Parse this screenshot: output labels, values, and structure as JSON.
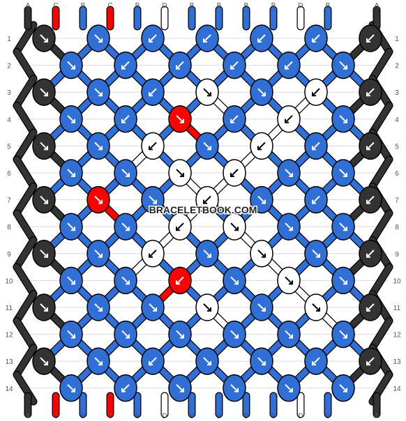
{
  "title": "",
  "watermark": "BRACELETBOOK.COM",
  "colors": {
    "A": "#333333",
    "B": "#2f6fd6",
    "C": "#ff0000",
    "D": "#ffffff"
  },
  "strings_top": [
    "A",
    "C",
    "B",
    "C",
    "B",
    "D",
    "B",
    "B",
    "B",
    "B",
    "D",
    "B",
    "A"
  ],
  "strings_bottom": [
    "A",
    "C",
    "B",
    "C",
    "B",
    "D",
    "B",
    "B",
    "B",
    "B",
    "D",
    "B",
    "A"
  ],
  "row_labels": [
    "1",
    "2",
    "3",
    "4",
    "5",
    "6",
    "7",
    "8",
    "9",
    "10",
    "11",
    "12",
    "13",
    "14"
  ],
  "knots": {
    "left_edge": [
      {
        "row": 1,
        "color": "A",
        "arrow": "se"
      },
      {
        "row": 3,
        "color": "A",
        "arrow": "se"
      },
      {
        "row": 5,
        "color": "A",
        "arrow": "se"
      },
      {
        "row": 7,
        "color": "A",
        "arrow": "se"
      },
      {
        "row": 9,
        "color": "A",
        "arrow": "se"
      },
      {
        "row": 11,
        "color": "A",
        "arrow": "se"
      },
      {
        "row": 13,
        "color": "A",
        "arrow": "se"
      }
    ],
    "right_edge": [
      {
        "row": 1,
        "color": "A",
        "arrow": "sw"
      },
      {
        "row": 3,
        "color": "A",
        "arrow": "sw"
      },
      {
        "row": 5,
        "color": "A",
        "arrow": "sw"
      },
      {
        "row": 7,
        "color": "A",
        "arrow": "sw"
      },
      {
        "row": 9,
        "color": "A",
        "arrow": "sw"
      },
      {
        "row": 11,
        "color": "A",
        "arrow": "sw"
      },
      {
        "row": 13,
        "color": "A",
        "arrow": "sw"
      }
    ],
    "rows": [
      {
        "row": 1,
        "cells": [
          {
            "c": "B",
            "a": "se"
          },
          {
            "c": "B",
            "a": "sw"
          },
          {
            "c": "B",
            "a": "sw"
          },
          {
            "c": "B",
            "a": "sw"
          },
          {
            "c": "B",
            "a": "sw"
          }
        ]
      },
      {
        "row": 2,
        "cells": [
          {
            "c": "B",
            "a": "se"
          },
          {
            "c": "B",
            "a": "sw"
          },
          {
            "c": "B",
            "a": "sw"
          },
          {
            "c": "B",
            "a": "sw"
          },
          {
            "c": "B",
            "a": "sw"
          },
          {
            "c": "B",
            "a": "se"
          }
        ]
      },
      {
        "row": 3,
        "cells": [
          {
            "c": "B",
            "a": "se"
          },
          {
            "c": "B",
            "a": "sw"
          },
          {
            "c": "D",
            "a": "se"
          },
          {
            "c": "B",
            "a": "se"
          },
          {
            "c": "D",
            "a": "sw"
          }
        ]
      },
      {
        "row": 4,
        "cells": [
          {
            "c": "B",
            "a": "se"
          },
          {
            "c": "B",
            "a": "sw"
          },
          {
            "c": "C",
            "a": "se"
          },
          {
            "c": "B",
            "a": "sw"
          },
          {
            "c": "D",
            "a": "sw"
          },
          {
            "c": "B",
            "a": "se"
          }
        ]
      },
      {
        "row": 5,
        "cells": [
          {
            "c": "B",
            "a": "se"
          },
          {
            "c": "D",
            "a": "sw"
          },
          {
            "c": "B",
            "a": "se"
          },
          {
            "c": "D",
            "a": "sw"
          },
          {
            "c": "B",
            "a": "sw"
          }
        ]
      },
      {
        "row": 6,
        "cells": [
          {
            "c": "B",
            "a": "se"
          },
          {
            "c": "B",
            "a": "se"
          },
          {
            "c": "D",
            "a": "se"
          },
          {
            "c": "D",
            "a": "sw"
          },
          {
            "c": "B",
            "a": "se"
          },
          {
            "c": "B",
            "a": "se"
          }
        ]
      },
      {
        "row": 7,
        "cells": [
          {
            "c": "C",
            "a": "se"
          },
          {
            "c": "B",
            "a": "se"
          },
          {
            "c": "D",
            "a": "sw"
          },
          {
            "c": "B",
            "a": "se"
          },
          {
            "c": "B",
            "a": "sw"
          }
        ]
      },
      {
        "row": 8,
        "cells": [
          {
            "c": "B",
            "a": "se"
          },
          {
            "c": "B",
            "a": "se"
          },
          {
            "c": "D",
            "a": "sw"
          },
          {
            "c": "D",
            "a": "se"
          },
          {
            "c": "B",
            "a": "se"
          },
          {
            "c": "B",
            "a": "se"
          }
        ]
      },
      {
        "row": 9,
        "cells": [
          {
            "c": "B",
            "a": "se"
          },
          {
            "c": "D",
            "a": "sw"
          },
          {
            "c": "B",
            "a": "se"
          },
          {
            "c": "D",
            "a": "se"
          },
          {
            "c": "B",
            "a": "se"
          }
        ]
      },
      {
        "row": 10,
        "cells": [
          {
            "c": "B",
            "a": "se"
          },
          {
            "c": "B",
            "a": "se"
          },
          {
            "c": "C",
            "a": "sw"
          },
          {
            "c": "B",
            "a": "se"
          },
          {
            "c": "D",
            "a": "se"
          },
          {
            "c": "B",
            "a": "se"
          }
        ]
      },
      {
        "row": 11,
        "cells": [
          {
            "c": "B",
            "a": "se"
          },
          {
            "c": "B",
            "a": "se"
          },
          {
            "c": "D",
            "a": "se"
          },
          {
            "c": "B",
            "a": "se"
          },
          {
            "c": "D",
            "a": "se"
          }
        ]
      },
      {
        "row": 12,
        "cells": [
          {
            "c": "B",
            "a": "se"
          },
          {
            "c": "B",
            "a": "se"
          },
          {
            "c": "B",
            "a": "se"
          },
          {
            "c": "B",
            "a": "se"
          },
          {
            "c": "B",
            "a": "se"
          },
          {
            "c": "B",
            "a": "se"
          }
        ]
      },
      {
        "row": 13,
        "cells": [
          {
            "c": "B",
            "a": "se"
          },
          {
            "c": "B",
            "a": "sw"
          },
          {
            "c": "B",
            "a": "se"
          },
          {
            "c": "B",
            "a": "se"
          },
          {
            "c": "B",
            "a": "sw"
          }
        ]
      },
      {
        "row": 14,
        "cells": [
          {
            "c": "B",
            "a": "se"
          },
          {
            "c": "B",
            "a": "sw"
          },
          {
            "c": "B",
            "a": "se"
          },
          {
            "c": "B",
            "a": "se"
          },
          {
            "c": "B",
            "a": "se"
          },
          {
            "c": "B",
            "a": "se"
          }
        ]
      }
    ]
  }
}
